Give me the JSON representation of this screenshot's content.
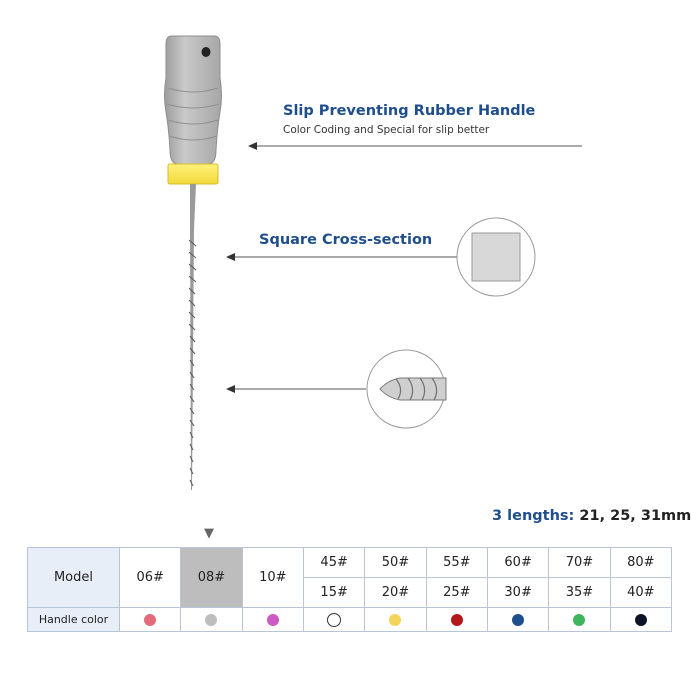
{
  "callouts": {
    "handle_title": "Slip Preventing Rubber Handle",
    "handle_subtitle": "Color Coding and Special for slip better",
    "cross_section_title": "Square Cross-section"
  },
  "lengths": {
    "label": "3 lengths:",
    "value": "21, 25, 31mm"
  },
  "table": {
    "row_model_label": "Model",
    "row_color_label": "Handle color",
    "selected_marker": "▼",
    "columns": [
      {
        "top": "06#",
        "bottom": null,
        "color": "#e36b7a",
        "selected": false
      },
      {
        "top": "08#",
        "bottom": null,
        "color": "#bdbdbd",
        "selected": true
      },
      {
        "top": "10#",
        "bottom": null,
        "color": "#cc5bc2",
        "selected": false
      },
      {
        "top": "45#",
        "bottom": "15#",
        "color": "#ffffff",
        "selected": false
      },
      {
        "top": "50#",
        "bottom": "20#",
        "color": "#f4d45a",
        "selected": false
      },
      {
        "top": "55#",
        "bottom": "25#",
        "color": "#b3181c",
        "selected": false
      },
      {
        "top": "60#",
        "bottom": "30#",
        "color": "#1f4e8c",
        "selected": false
      },
      {
        "top": "70#",
        "bottom": "35#",
        "color": "#3cb55c",
        "selected": false
      },
      {
        "top": "80#",
        "bottom": "40#",
        "color": "#0d1428",
        "selected": false
      }
    ]
  },
  "colors": {
    "accent": "#1f4e8c",
    "handle_gray": "#b5b5b5",
    "stopper_yellow": "#fbe95c"
  }
}
